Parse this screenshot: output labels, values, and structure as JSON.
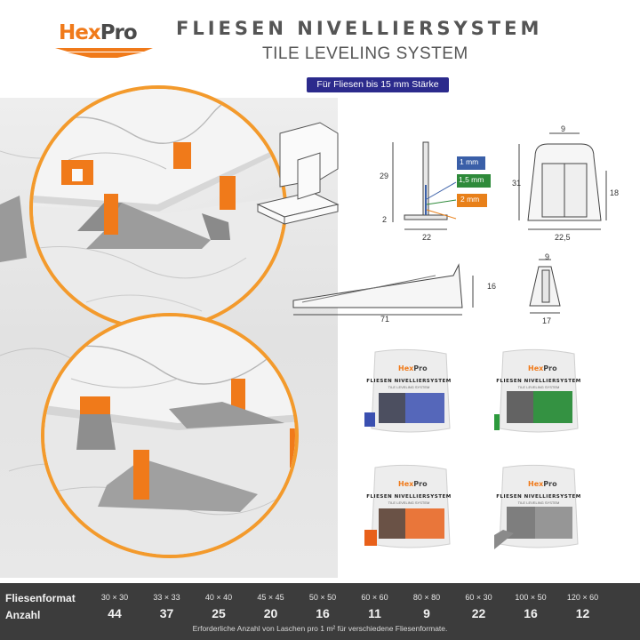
{
  "brand": {
    "logo_hex": "Hex",
    "logo_pro": "Pro",
    "accent_color": "#f07a1a",
    "dark_color": "#4a4a4a"
  },
  "header": {
    "title_de": "FLIESEN NIVELLIERSYSTEM",
    "title_en": "TILE LEVELING SYSTEM",
    "badge": "Für Fliesen bis 15 mm Stärke",
    "badge_color": "#2b2a8c"
  },
  "clip_drawing": {
    "height": "29",
    "base_height": "2",
    "width": "22",
    "thickness_labels": [
      {
        "label": "1 mm",
        "color": "#3a5fa8"
      },
      {
        "label": "1,5 mm",
        "color": "#2e8a3a"
      },
      {
        "label": "2 mm",
        "color": "#e8801a"
      }
    ]
  },
  "cap_drawing": {
    "top_width": "9",
    "height": "31",
    "inner_height": "18",
    "bottom_width": "22,5"
  },
  "wedge_drawing": {
    "length": "71",
    "height": "16"
  },
  "wedge_side_drawing": {
    "top_width": "9",
    "bottom_width": "17"
  },
  "bags": [
    {
      "color": "#3a4fb0",
      "label": "FLIESEN NIVELLIERSYSTEM",
      "sub": "TILE LEVELING SYSTEM",
      "logo_hex": "Hex",
      "logo_pro": "Pro"
    },
    {
      "color": "#2c9a3c",
      "label": "FLIESEN NIVELLIERSYSTEM",
      "sub": "TILE LEVELING SYSTEM",
      "logo_hex": "Hex",
      "logo_pro": "Pro"
    },
    {
      "color": "#e8601a",
      "label": "FLIESEN NIVELLIERSYSTEM",
      "sub": "TILE LEVELING SYSTEM",
      "logo_hex": "Hex",
      "logo_pro": "Pro"
    },
    {
      "color": "#7a7a7a",
      "label": "FLIESEN NIVELLIERSYSTEM",
      "sub": "TILE LEVELING SYSTEM",
      "logo_hex": "Hex",
      "logo_pro": "Pro"
    }
  ],
  "table": {
    "format_label": "Fliesenformat",
    "count_label": "Anzahl",
    "columns": [
      {
        "format": "30 × 30",
        "count": "44"
      },
      {
        "format": "33 × 33",
        "count": "37"
      },
      {
        "format": "40 × 40",
        "count": "25"
      },
      {
        "format": "45 × 45",
        "count": "20"
      },
      {
        "format": "50 × 50",
        "count": "16"
      },
      {
        "format": "60 × 60",
        "count": "11"
      },
      {
        "format": "80 × 80",
        "count": "9"
      },
      {
        "format": "60 × 30",
        "count": "22"
      },
      {
        "format": "100 × 50",
        "count": "16"
      },
      {
        "format": "120 × 60",
        "count": "12"
      }
    ],
    "footnote": "Erforderliche Anzahl von Laschen pro 1 m² für verschiedene Fliesenformate."
  }
}
